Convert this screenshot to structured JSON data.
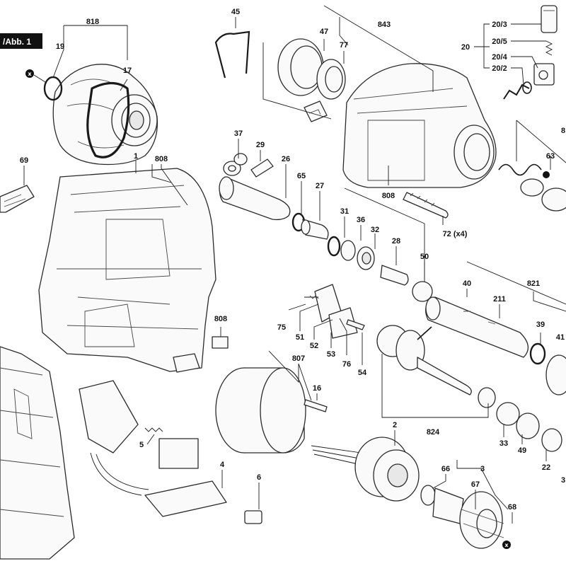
{
  "figure_tab": "/Abb. 1",
  "marker_x": "x",
  "labels": {
    "p818": "818",
    "p19": "19",
    "p17": "17",
    "p45": "45",
    "p47": "47",
    "p77": "77",
    "p843": "843",
    "p20_3": "20/3",
    "p20_5": "20/5",
    "p20": "20",
    "p20_4": "20/4",
    "p20_2": "20/2",
    "p69": "69",
    "p1": "1",
    "p808a": "808",
    "p37": "37",
    "p29": "29",
    "p26": "26",
    "p65": "65",
    "p27": "27",
    "p808b": "808",
    "p63": "63",
    "p31": "31",
    "p36": "36",
    "p32": "32",
    "p28": "28",
    "p72": "72 (x4)",
    "p50": "50",
    "p40": "40",
    "p821": "821",
    "p75": "75",
    "p51": "51",
    "p52": "52",
    "p53": "53",
    "p76": "76",
    "p54": "54",
    "p211": "211",
    "p39": "39",
    "p41": "41",
    "p808c": "808",
    "p807": "807",
    "p16": "16",
    "p5": "5",
    "p4": "4",
    "p2": "2",
    "p824": "824",
    "p33": "33",
    "p49": "49",
    "p22": "22",
    "p6": "6",
    "p66": "66",
    "p3": "3",
    "p67": "67",
    "p68": "68",
    "p8_top": "8",
    "p3_edge": "3"
  }
}
